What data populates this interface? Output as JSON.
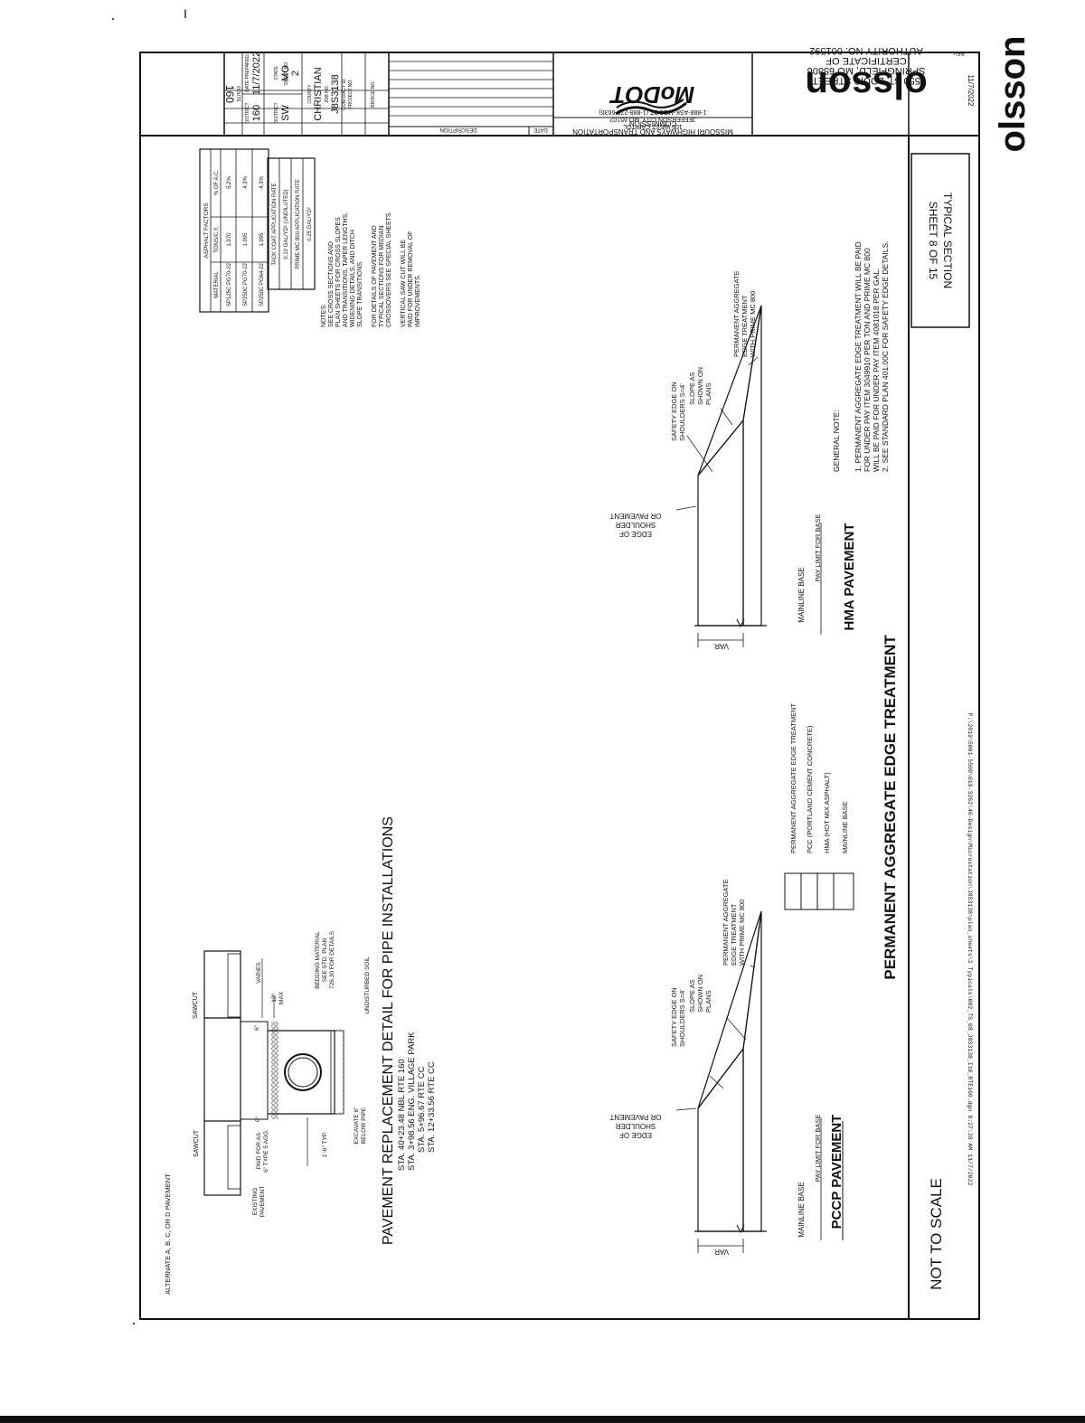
{
  "page": {
    "not_to_scale": "NOT TO SCALE"
  },
  "title_block": {
    "firm": "olsson",
    "firm_address_1": "550 ST. LOUIS STREET",
    "firm_address_2": "SPRINGFIELD, MO 65806",
    "certificate_1": "CERTIFICATE OF",
    "certificate_2": "AUTHORITY NO. 001592",
    "commission_1": "MISSOURI HIGHWAYS AND TRANSPORTATION",
    "commission_2": "COMMISSION",
    "agency_address_1": "105 WEST CAPITOL",
    "agency_address_2": "JEFFERSON CITY, MO 65102",
    "agency_phone": "1-888-ASK-MODOT (1-888-275-6636)",
    "logo_text": "MoDOT",
    "col_date": "DATE",
    "col_description": "DESCRIPTION",
    "date_prepared_label": "DATE PREPARED",
    "date_prepared": "11/7/2022",
    "route_label": "ROUTE",
    "route": "160",
    "state_label": "STATE",
    "state": "MO",
    "district_label": "DISTRICT",
    "district": "SW",
    "sheet_no_label": "SHEET NO.",
    "sheet_no": "2",
    "county_label": "COUNTY",
    "county": "CHRISTIAN",
    "job_no_label": "JOB NO.",
    "job_no": "J8S3138",
    "contract_id_label": "CONTRACT ID.",
    "project_no_label": "PROJECT NO.",
    "bridge_no_label": "BRIDGE NO.",
    "edge_date": "11/7/2022",
    "rev": "REV."
  },
  "typical_section": {
    "title": "TYPICAL SECTION",
    "sheet": "SHEET 8 OF 15"
  },
  "file_path": "P:\\2019\\5001-5500\\019-3262\\40-Design\\Microstation\\J8S3138\\plan_sheets\\2 Typicals\\002_TS_08_J8S3138_I10_RTE160.dgn   8:27:28 AM   11/7/2022",
  "asphalt_table": {
    "title": "ASPHALT FACTORS",
    "headers": [
      "MATERIAL",
      "TONS/C.Y.",
      "% OF A.C."
    ],
    "rows": [
      [
        "SP125C PG70-22",
        "1.970",
        "5.2%"
      ],
      [
        "SP250C PG70-22",
        "1.995",
        "4.3%"
      ],
      [
        "SP250C PG64-22",
        "1.995",
        "4.3%"
      ]
    ]
  },
  "tack_table": {
    "tack_title": "TACK COAT APPLICATION RATE",
    "tack_value": "0.10 GAL/YD² (UNDILUTED)",
    "prime_title": "PRIME MC 800 APPLICATION RATE",
    "prime_value": "0.25 GAL/YD²"
  },
  "notes": {
    "lines": [
      "NOTES:",
      "SEE CROSS SECTIONS AND",
      "PLAN SHEETS FOR CROSS SLOPES",
      "AND TRANSITIONS, TAPER LENGTHS,",
      "WIDENING DETAILS, AND DITCH",
      "SLOPE TRANSITIONS",
      "",
      "FOR DETAILS OF PAVEMENT AND",
      "TYPICAL SECTIONS FOR MEDIAN",
      "CROSSOVERS SEE SPECIAL SHEETS",
      "",
      "VERTICAL SAW CUT WILL BE",
      "PAID FOR UNDER REMOVAL OF",
      "IMPROVEMENTS."
    ]
  },
  "pipe_detail": {
    "title": "PAVEMENT REPLACEMENT DETAIL FOR PIPE INSTALLATIONS",
    "stations": [
      "STA. 40+23.48 NBL RTE 160",
      "STA. 3+98.56 ENG. VILLAGE PARK",
      "STA. 5+96.67 RTE CC",
      "STA. 12+33.56 RTE CC"
    ],
    "alternate": "ALTERNATE A, B, C, OR D PAVEMENT",
    "sawcut": "SAWCUT",
    "existing_pavement_1": "EXISTING",
    "existing_pavement_2": "PAVEMENT",
    "paid_for_1": "PAID FOR AS",
    "paid_for_2": "6\" TYPE 5 AGG.",
    "typ": "1'-6\" TYP.",
    "excavate_1": "EXCAVATE 6\"",
    "excavate_2": "BELOW PIPE",
    "undisturbed_soil": "UNDISTURBED SOIL",
    "bedding_1": "BEDDING MATERIAL",
    "bedding_2": "SEE STD. PLAN",
    "bedding_3": "726.30 FOR DETAILS",
    "max_1": "12\"",
    "max_2": "MAX",
    "varies": "VARIES",
    "six_inch": "6\""
  },
  "pccp": {
    "title": "PCCP PAVEMENT",
    "var": "VAR.",
    "edge_1": "EDGE OF",
    "edge_2": "SHOULDER",
    "edge_3": "OR PAVEMENT",
    "safety_1": "SAFETY EDGE ON",
    "safety_2": "SHOULDERS S=4'",
    "slope_1": "SLOPE AS",
    "slope_2": "SHOWN ON",
    "slope_3": "PLANS",
    "perm_1": "PERMANENT AGGREGATE",
    "perm_2": "EDGE TREATMENT",
    "perm_3": "WITH PRIME MC 800",
    "mainline_base": "MAINLINE BASE",
    "pay_limit": "PAY LIMIT FOR BASE"
  },
  "hma": {
    "title": "HMA PAVEMENT",
    "var": "VAR.",
    "edge_1": "EDGE OF",
    "edge_2": "SHOULDER",
    "edge_3": "OR PAVEMENT",
    "safety_1": "SAFETY EDGE ON",
    "safety_2": "SHOULDERS S=4'",
    "slope_1": "SLOPE AS",
    "slope_2": "SHOWN ON",
    "slope_3": "PLANS",
    "perm_1": "PERMANENT AGGREGATE",
    "perm_2": "EDGE TREATMENT",
    "perm_3": "WITH PRIME MC 800",
    "mainline_base": "MAINLINE BASE",
    "pay_limit": "PAY LIMIT FOR BASE"
  },
  "legend": {
    "items": [
      "PERMANENT AGGREGATE EDGE TREATMENT",
      "PCC (PORTLAND CEMENT CONCRETE)",
      "HMA (HOT MIX ASPHALT)",
      "MAINLINE BASE"
    ]
  },
  "general_note": {
    "title": "GENERAL NOTE:",
    "lines": [
      "1. PERMANENT AGGREGATE EDGE TREATMENT WILL BE PAID",
      "    FOR UNDER PAY ITEM 3049910 PER TON AND PRIME MC 800",
      "    WILL BE PAID FOR UNDER PAY ITEM 4081018 PER GAL.",
      "2. SEE STANDARD PLAN 401.00C FOR SAFETY EDGE DETAILS."
    ]
  },
  "main_title": "PERMANENT AGGREGATE EDGE TREATMENT"
}
